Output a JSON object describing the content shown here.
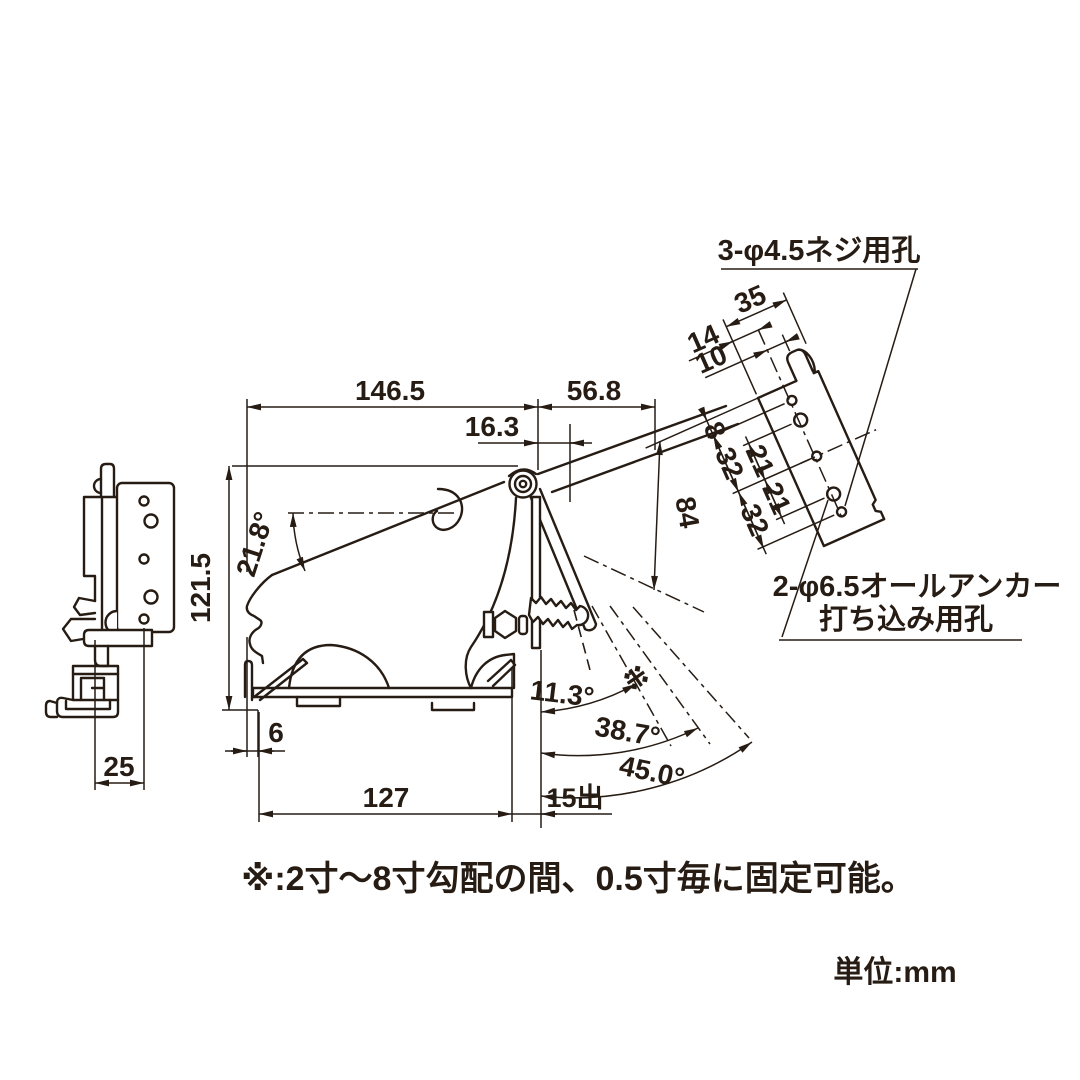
{
  "drawing": {
    "note": "※:2寸〜8寸勾配の間、0.5寸毎に固定可能。",
    "unit": "単位:mm",
    "callouts": {
      "screw_holes": "3-φ4.5ネジ用孔",
      "anchor_line1": "2-φ6.5オールアンカー",
      "anchor_line2": "打ち込み用孔"
    },
    "dims": {
      "top_width": "146.5",
      "top_right": "56.8",
      "hinge_offset": "16.3",
      "height": "121.5",
      "nose_angle": "21.8°",
      "base_inset": "6",
      "base_length": "127",
      "protrusion": "15出",
      "side_offset": "25",
      "plate_width": "35",
      "hole_edge": "14",
      "hole_edge2": "10",
      "hole_top": "8",
      "pitch_a": "32",
      "pitch_b": "32",
      "pitch_c": "21",
      "pitch_d": "21",
      "plate_length": "84",
      "angle_min": "11.3°",
      "angle_mid": "38.7°",
      "angle_max": "45.0°",
      "ref_mark": "※"
    }
  }
}
